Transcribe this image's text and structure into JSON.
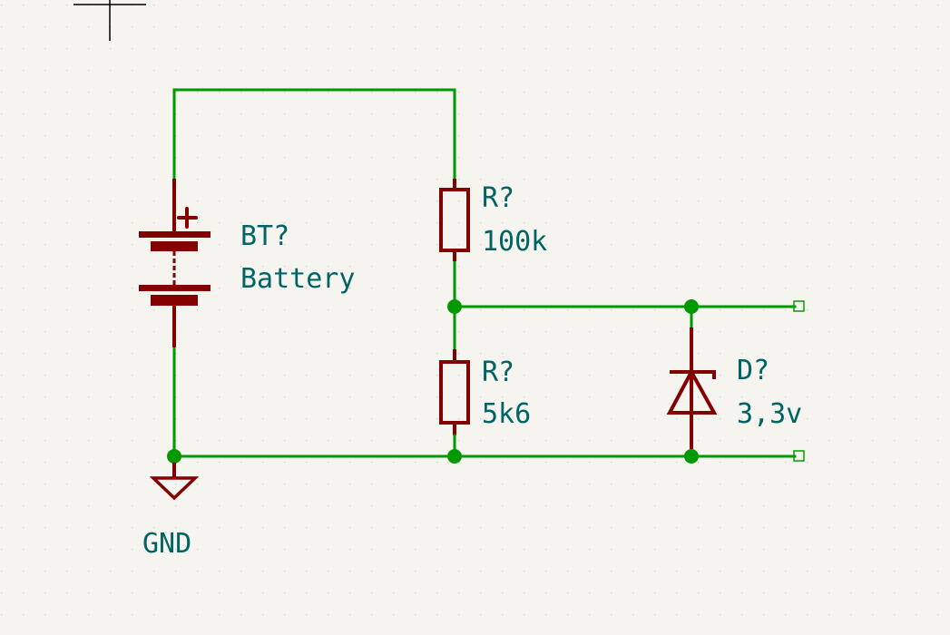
{
  "schematic": {
    "background": "#f5f4ef",
    "wire_color": "#009900",
    "symbol_color": "#840000",
    "text_color": "#006464",
    "battery": {
      "reference": "BT?",
      "value": "Battery",
      "polarity_mark": "+"
    },
    "resistor_top": {
      "reference": "R?",
      "value": "100k"
    },
    "resistor_bottom": {
      "reference": "R?",
      "value": "5k6"
    },
    "zener_diode": {
      "reference": "D?",
      "value": "3,3v"
    },
    "ground": {
      "label": "GND"
    }
  }
}
